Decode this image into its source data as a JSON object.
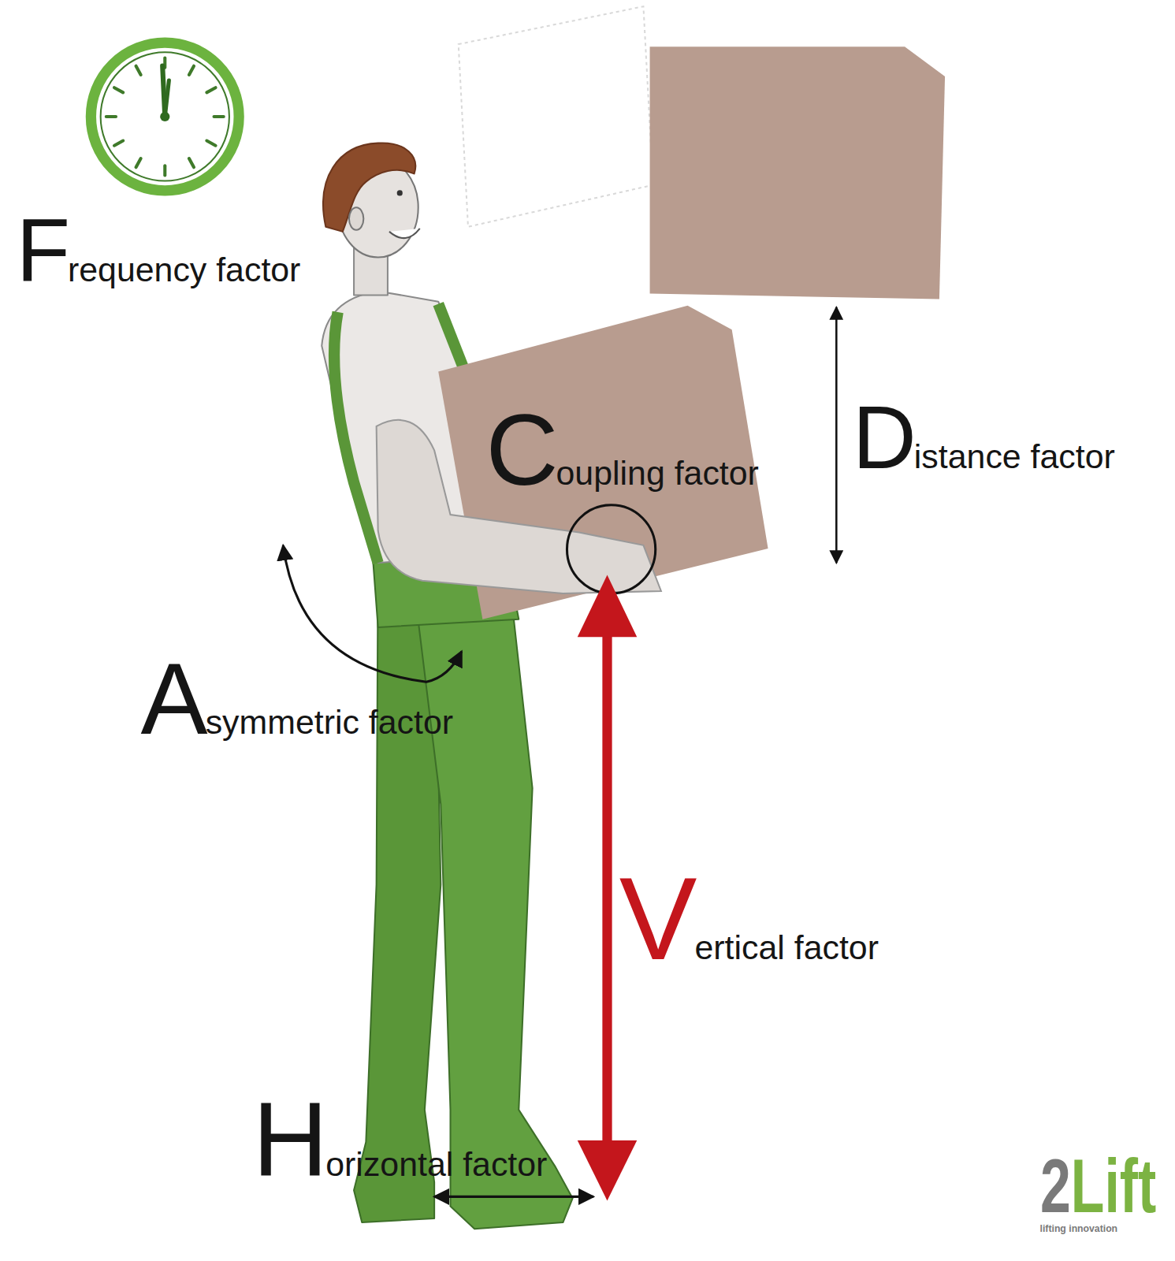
{
  "diagram": {
    "labels": [
      "Frequency factor",
      "Coupling factor",
      "Distance factor",
      "Asymmetric factor",
      "Vertical factor",
      "Horizontal factor",
      "2Lift",
      "lifting innovation"
    ]
  }
}
